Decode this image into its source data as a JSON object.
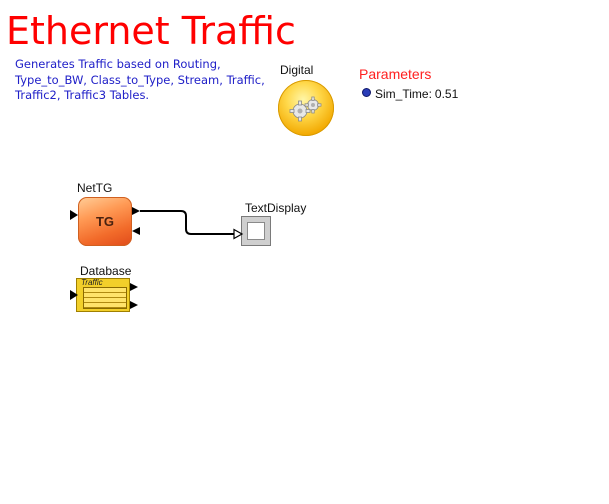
{
  "diagram": {
    "title": "Ethernet Traffic",
    "description": "Generates Traffic based on Routing, Type_to_BW, Class_to_Type, Stream, Traffic, Traffic2, Traffic3 Tables.",
    "blocks": {
      "digital": {
        "label": "Digital",
        "icon": "gears-icon"
      },
      "nettg": {
        "label": "NetTG",
        "inner_text": "TG"
      },
      "textdisplay": {
        "label": "TextDisplay"
      },
      "database": {
        "label": "Database",
        "inner_text": "Traffic"
      }
    },
    "parameters": {
      "title": "Parameters",
      "items": [
        {
          "name": "Sim_Time",
          "value": "0.51"
        }
      ]
    },
    "connections": [
      {
        "from": "NetTG",
        "to": "TextDisplay"
      }
    ],
    "colors": {
      "title": "#ff0000",
      "description": "#2020c8",
      "parameters_title": "#ff2020",
      "nettg_block": "#f26b2a",
      "database_block": "#f2cf2a",
      "digital_icon": "#ffd84a"
    }
  }
}
